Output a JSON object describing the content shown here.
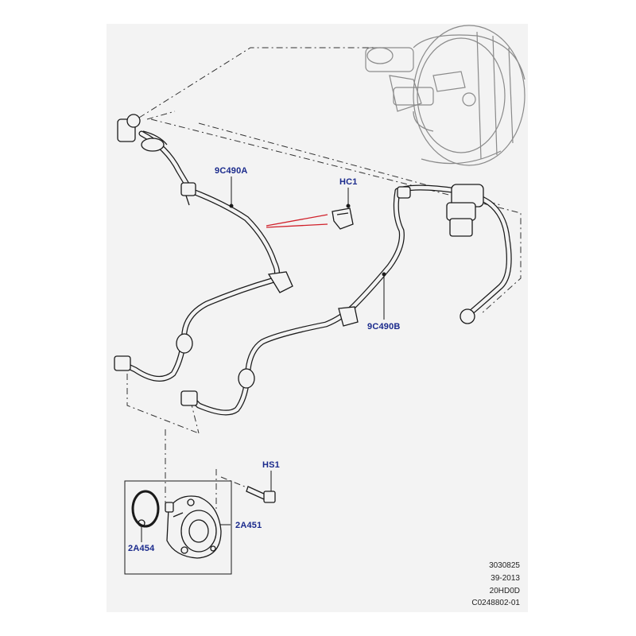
{
  "diagram": {
    "callouts": {
      "hose_a": "9C490A",
      "clip": "HC1",
      "hose_b": "9C490B",
      "bolt": "HS1",
      "pump": "2A451",
      "seal": "2A454"
    },
    "reference": {
      "line1": "3030825",
      "line2": "39-2013",
      "line3": "20HD0D",
      "line4": "C0248802-01"
    },
    "colors": {
      "callout_text": "#1a2a8c",
      "leader_red": "#d0202a",
      "line": "#1a1a1a",
      "ghost_part": "#8a8a8a",
      "panel_bg": "#f3f3f3"
    }
  }
}
